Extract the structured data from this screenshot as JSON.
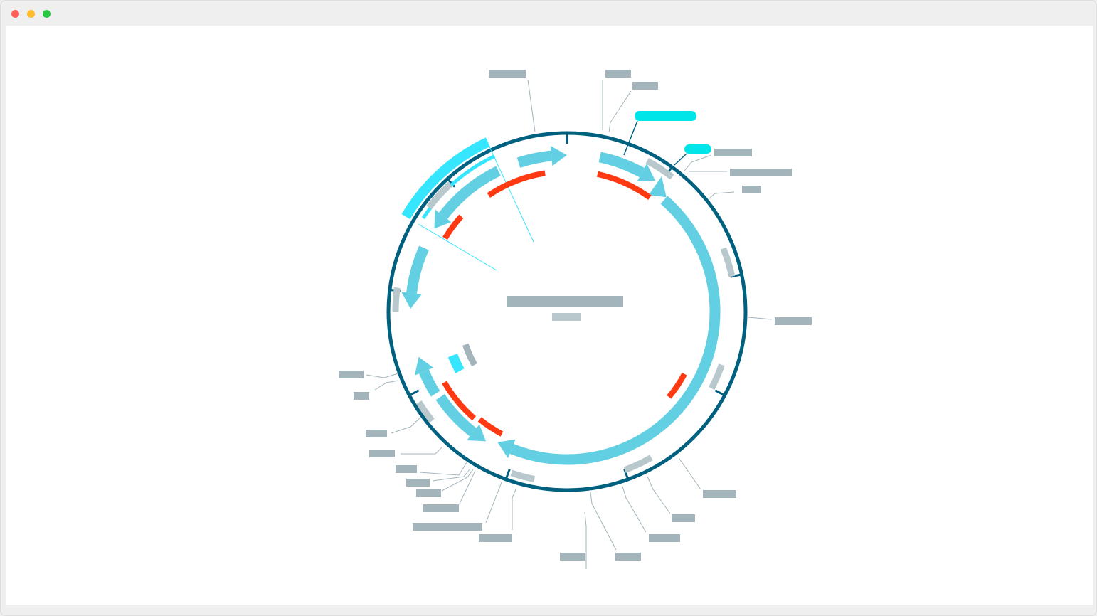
{
  "window": {
    "controls": [
      {
        "name": "close",
        "color": "#ff5f57"
      },
      {
        "name": "minimize",
        "color": "#febc2e"
      },
      {
        "name": "maximize",
        "color": "#28c840"
      }
    ]
  },
  "colors": {
    "backbone": "#00607f",
    "feature_arrow": "#62d0e2",
    "primer_red": "#ff3a12",
    "highlight_cyan": "#36e6ff",
    "label_pill_cyan": "#00e5e8",
    "label_placeholder": "#a3b4bb",
    "light_feature": "#b8c8cd",
    "leader_line": "#a3b4bb"
  }
}
